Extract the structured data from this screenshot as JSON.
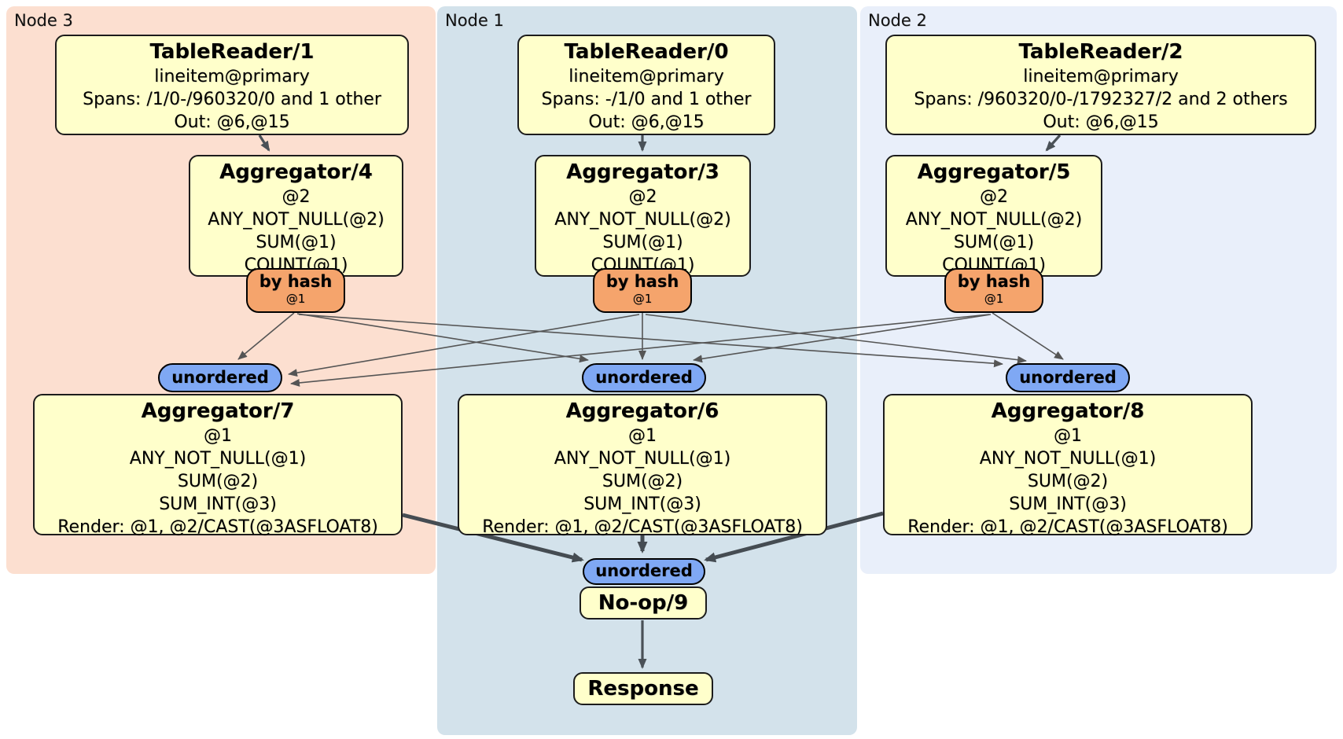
{
  "regions": {
    "node3": {
      "label": "Node 3"
    },
    "node1": {
      "label": "Node 1"
    },
    "node2": {
      "label": "Node 2"
    }
  },
  "boxes": {
    "tr1": {
      "title": "TableReader/1",
      "lines": [
        "lineitem@primary",
        "Spans: /1/0-/960320/0 and 1 other",
        "Out: @6,@15"
      ]
    },
    "tr0": {
      "title": "TableReader/0",
      "lines": [
        "lineitem@primary",
        "Spans: -/1/0 and 1 other",
        "Out: @6,@15"
      ]
    },
    "tr2": {
      "title": "TableReader/2",
      "lines": [
        "lineitem@primary",
        "Spans: /960320/0-/1792327/2 and 2 others",
        "Out: @6,@15"
      ]
    },
    "agg4": {
      "title": "Aggregator/4",
      "lines": [
        "@2",
        "ANY_NOT_NULL(@2)",
        "SUM(@1)",
        "COUNT(@1)"
      ]
    },
    "agg3": {
      "title": "Aggregator/3",
      "lines": [
        "@2",
        "ANY_NOT_NULL(@2)",
        "SUM(@1)",
        "COUNT(@1)"
      ]
    },
    "agg5": {
      "title": "Aggregator/5",
      "lines": [
        "@2",
        "ANY_NOT_NULL(@2)",
        "SUM(@1)",
        "COUNT(@1)"
      ]
    },
    "agg7": {
      "title": "Aggregator/7",
      "lines": [
        "@1",
        "ANY_NOT_NULL(@1)",
        "SUM(@2)",
        "SUM_INT(@3)",
        "Render: @1, @2/CAST(@3ASFLOAT8)"
      ]
    },
    "agg6": {
      "title": "Aggregator/6",
      "lines": [
        "@1",
        "ANY_NOT_NULL(@1)",
        "SUM(@2)",
        "SUM_INT(@3)",
        "Render: @1, @2/CAST(@3ASFLOAT8)"
      ]
    },
    "agg8": {
      "title": "Aggregator/8",
      "lines": [
        "@1",
        "ANY_NOT_NULL(@1)",
        "SUM(@2)",
        "SUM_INT(@3)",
        "Render: @1, @2/CAST(@3ASFLOAT8)"
      ]
    },
    "noop": {
      "title": "No-op/9"
    },
    "response": {
      "title": "Response"
    }
  },
  "routers": {
    "hash3": {
      "label": "by hash",
      "detail": "@1"
    },
    "hash1": {
      "label": "by hash",
      "detail": "@1"
    },
    "hash2": {
      "label": "by hash",
      "detail": "@1"
    }
  },
  "syncs": {
    "un3": {
      "label": "unordered"
    },
    "un1": {
      "label": "unordered"
    },
    "un2": {
      "label": "unordered"
    },
    "un_bottom": {
      "label": "unordered"
    }
  },
  "colors": {
    "box_fill": "#ffffcb",
    "box_border": "#1c1c1c",
    "router_fill": "#f5a46c",
    "sync_fill": "#7fa8f4",
    "node3_bg": "#fcdfd0",
    "node1_bg": "#d3e2eb",
    "node2_bg": "#e9effa",
    "edge_thin": "#555555",
    "edge_thick": "#454c52",
    "edge_med": "#4a5157"
  }
}
